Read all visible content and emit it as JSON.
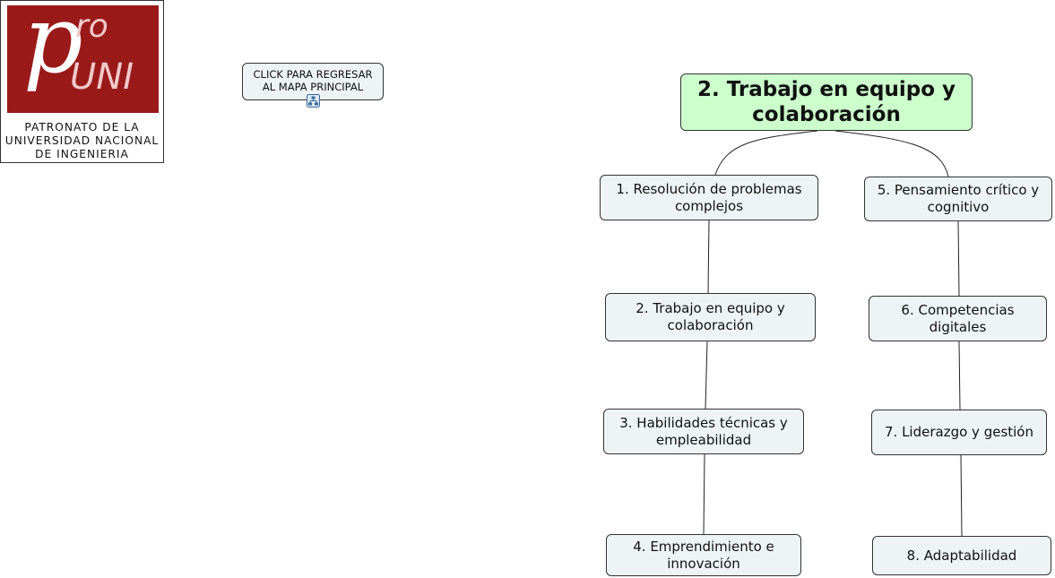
{
  "logo": {
    "letter_p": "p",
    "letter_ro": "ro",
    "letter_uni": "UNI",
    "line1": "PATRONATO DE LA",
    "line2": "UNIVERSIDAD NACIONAL",
    "line3": "DE INGENIERIA",
    "red": "#9a1a1a"
  },
  "back_button": {
    "line1": "CLICK PARA REGRESAR",
    "line2": "AL MAPA PRINCIPAL",
    "icon": "sitemap-icon"
  },
  "root": {
    "line1": "2. Trabajo en equipo y",
    "line2": "colaboración",
    "color": "#ccffcc"
  },
  "nodes": [
    {
      "line1": "1. Resolución de problemas",
      "line2": "complejos"
    },
    {
      "line1": "2. Trabajo en equipo y",
      "line2": "colaboración"
    },
    {
      "line1": "3. Habilidades técnicas y",
      "line2": "empleabilidad"
    },
    {
      "line1": "4. Emprendimiento e",
      "line2": "innovación"
    },
    {
      "line1": "5. Pensamiento crítico y",
      "line2": "cognitivo"
    },
    {
      "line1": "6. Competencias",
      "line2": "digitales"
    },
    {
      "line1": "7. Liderazgo y gestión",
      "line2": ""
    },
    {
      "line1": "8. Adaptabilidad",
      "line2": ""
    }
  ]
}
